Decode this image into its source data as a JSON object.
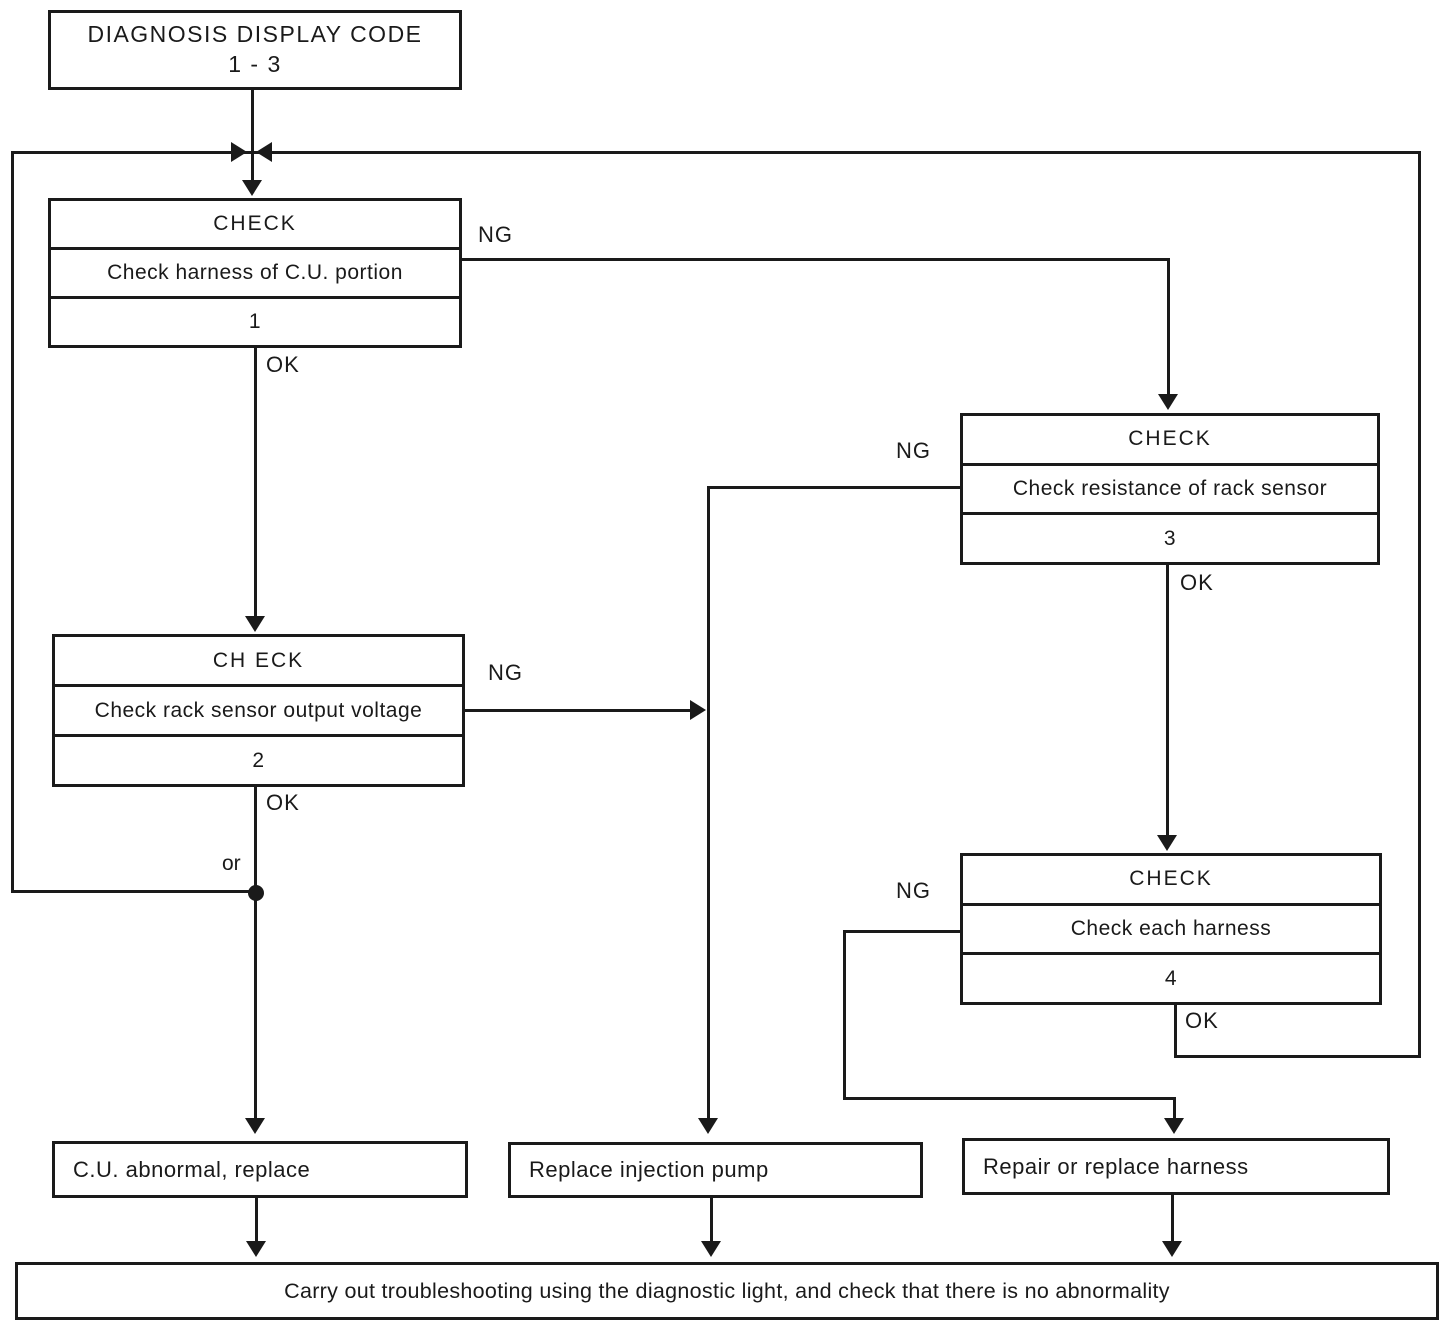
{
  "colors": {
    "ink": "#1a1a1a",
    "paper": "#ffffff"
  },
  "start": {
    "title": "DIAGNOSIS DISPLAY CODE",
    "subtitle": "1 - 3"
  },
  "checks": {
    "c1": {
      "header": "CHECK",
      "desc": "Check harness of C.U. portion",
      "step": "1",
      "ng": "NG",
      "ok": "OK"
    },
    "c2": {
      "header": "CH ECK",
      "desc": "Check rack sensor output voltage",
      "step": "2",
      "ng": "NG",
      "ok": "OK"
    },
    "c3": {
      "header": "CHECK",
      "desc": "Check resistance of rack sensor",
      "step": "3",
      "ng": "NG",
      "ok": "OK"
    },
    "c4": {
      "header": "CHECK",
      "desc": "Check each harness",
      "step": "4",
      "ng": "NG",
      "ok": "OK"
    }
  },
  "labels": {
    "or": "or"
  },
  "results": {
    "cu": "C.U. abnormal, replace",
    "pump": "Replace injection pump",
    "harness": "Repair or replace harness"
  },
  "footer": "Carry out troubleshooting using the diagnostic light, and check that there is no abnormality"
}
